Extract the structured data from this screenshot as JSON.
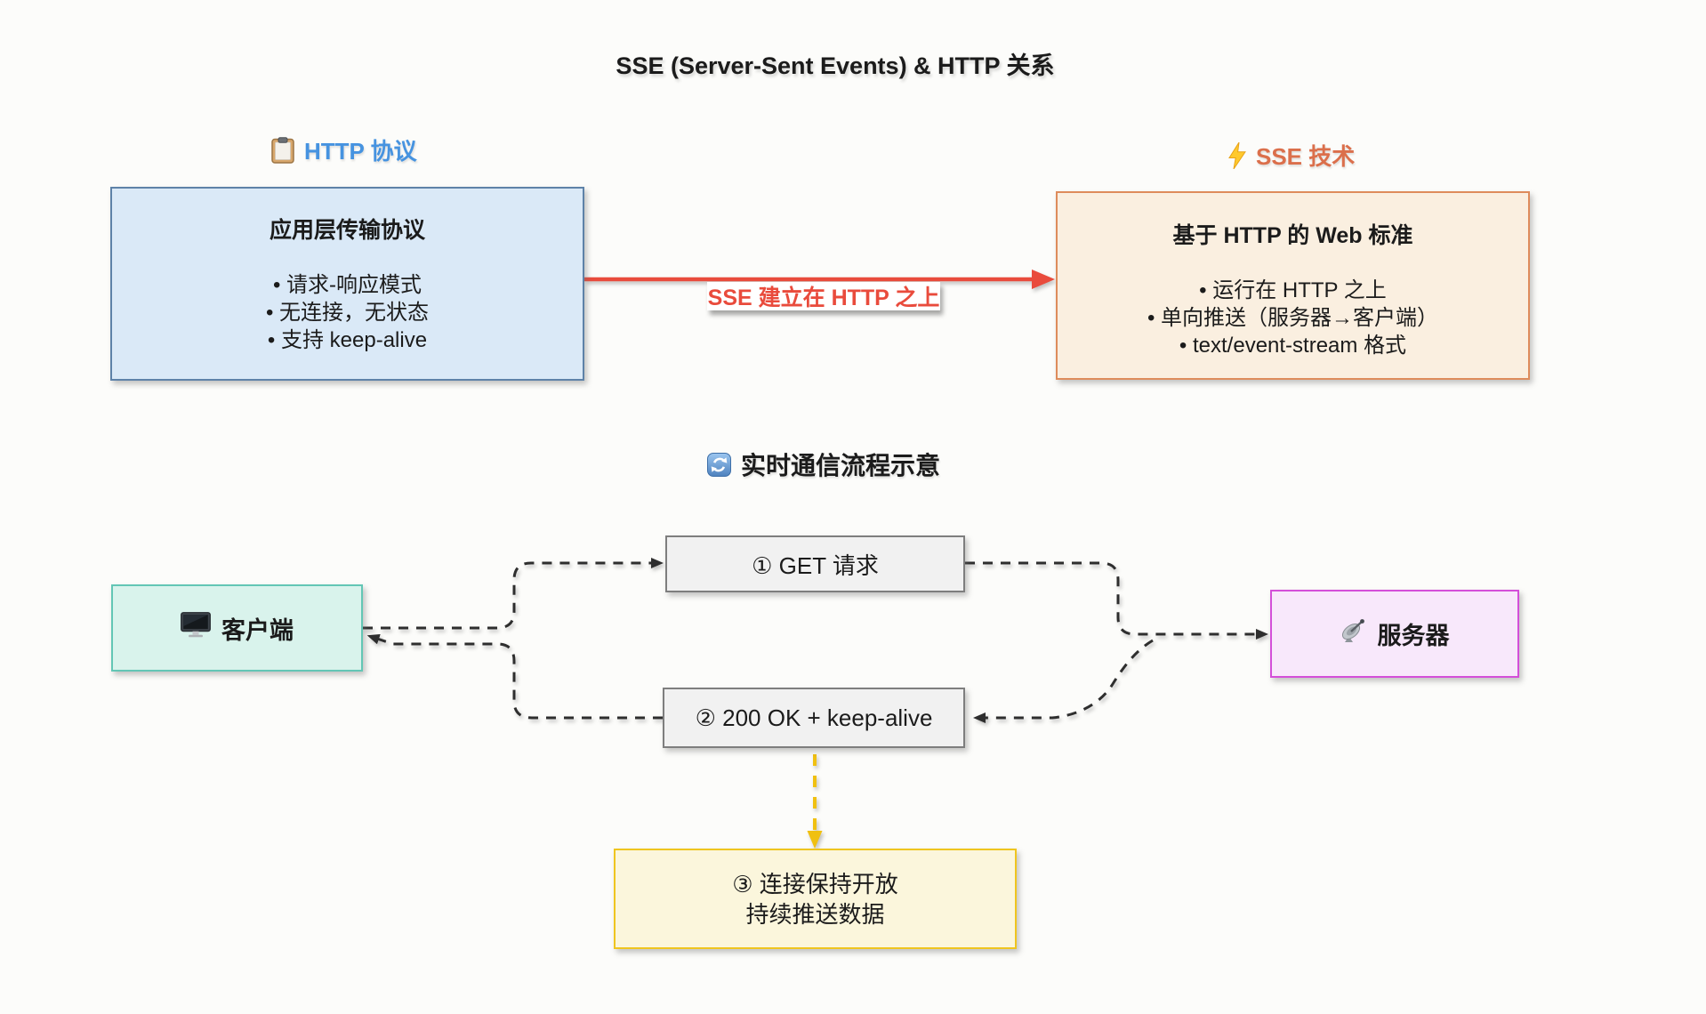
{
  "title": "SSE (Server-Sent Events) & HTTP 关系",
  "http_section": {
    "icon": "clipboard",
    "label": "HTTP 协议",
    "card": {
      "title": "应用层传输协议",
      "bullets": [
        "• 请求-响应模式",
        "• 无连接，无状态",
        "• 支持 keep-alive"
      ]
    }
  },
  "sse_section": {
    "icon": "lightning",
    "label": "SSE 技术",
    "card": {
      "title": "基于 HTTP 的 Web 标准",
      "bullets": [
        "• 运行在 HTTP 之上",
        "• 单向推送（服务器→客户端）",
        "• text/event-stream 格式"
      ]
    }
  },
  "relation": {
    "arrow_label": "SSE 建立在 HTTP 之上"
  },
  "flow_section": {
    "icon": "refresh",
    "label": "实时通信流程示意",
    "client": {
      "icon": "desktop-computer",
      "label": "客户端"
    },
    "server": {
      "icon": "satellite-antenna",
      "label": "服务器"
    },
    "step1": "① GET 请求",
    "step2": "② 200 OK + keep-alive",
    "step3_line1": "③ 连接保持开放",
    "step3_line2": "持续推送数据"
  },
  "colors": {
    "http_label_text": "#4693E0",
    "http_card_bg": "#DAE9F7",
    "http_card_border": "#5E82A8",
    "sse_label_text": "#DB6F4B",
    "sse_card_bg": "#FAEFE0",
    "sse_card_border": "#DE8C5C",
    "relation_arrow": "#E94B3C",
    "client_bg": "#D9F3EC",
    "client_border": "#63C6B5",
    "server_bg": "#F8E8FB",
    "server_border": "#D44FD9",
    "step_bg": "#F1F1F1",
    "step_border": "#7E7E7E",
    "final_box_bg": "#FBF6DC",
    "final_box_border": "#EFC51F",
    "final_arrow": "#F0C010",
    "dashed_connector": "#2E2E2E"
  }
}
